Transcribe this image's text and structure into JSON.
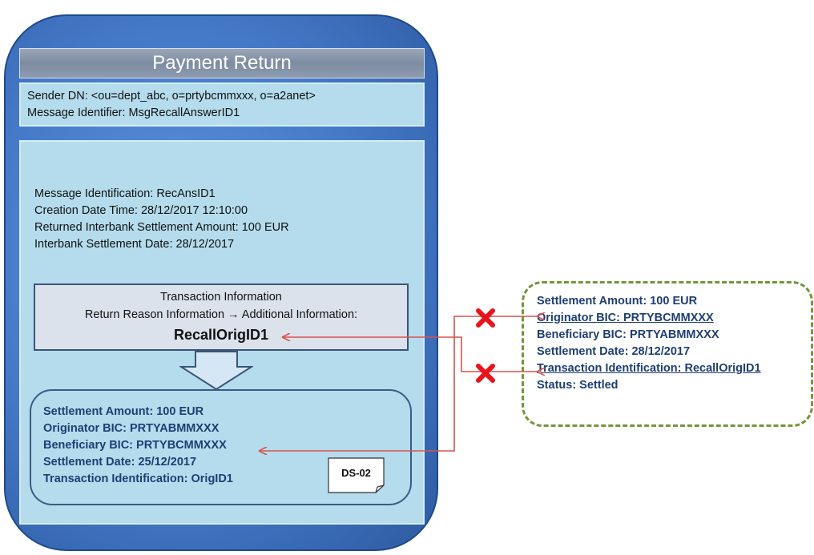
{
  "title": "Payment Return",
  "sender": {
    "sender_dn": "Sender DN: <ou=dept_abc, o=prtybcmmxxx, o=a2anet>",
    "message_identifier": "Message Identifier: MsgRecallAnswerID1"
  },
  "message": {
    "identification": "Message Identification: RecAnsID1",
    "creation_datetime": "Creation Date Time: 28/12/2017 12:10:00",
    "returned_amount": "Returned Interbank Settlement Amount: 100 EUR",
    "settlement_date": "Interbank Settlement Date: 28/12/2017"
  },
  "transaction_info": {
    "title": "Transaction Information",
    "reason_path": "Return Reason Information → Additional Information:",
    "value": "RecallOrigID1"
  },
  "original_transaction": {
    "settlement_amount": "Settlement Amount: 100 EUR",
    "originator_bic": "Originator BIC: PRTYABMMXXX",
    "beneficiary_bic": "Beneficiary BIC: PRTYBCMMXXX",
    "settlement_date": "Settlement Date: 25/12/2017",
    "transaction_id": "Transaction Identification:  OrigID1"
  },
  "document_label": "DS-02",
  "recall_transaction": {
    "settlement_amount": "Settlement Amount: 100 EUR",
    "originator_bic": "Originator BIC: PRTYBCMMXXX",
    "beneficiary_bic": "Beneficiary BIC: PRTYABMMXXX",
    "settlement_date": "Settlement Date: 28/12/2017",
    "transaction_id": "Transaction Identification:  RecallOrigID1",
    "status": "Status: Settled"
  },
  "colors": {
    "outer_fill": "#4479c8",
    "panel_fill": "#b4dcec",
    "text_dark_blue": "#1f3e74",
    "connector_red": "#d9534f",
    "cross_red": "#e8141c",
    "dashed_green": "#77953d"
  }
}
